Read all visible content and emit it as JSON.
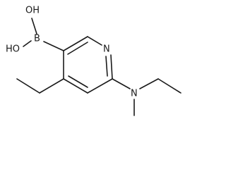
{
  "structure": {
    "atoms": [
      {
        "id": "O1",
        "label": "OH"
      },
      {
        "id": "O2",
        "label": "HO"
      },
      {
        "id": "B",
        "label": "B"
      },
      {
        "id": "N_ring",
        "label": "N"
      },
      {
        "id": "N_amine",
        "label": "N"
      }
    ],
    "bond_color": "#1a1a1a"
  }
}
